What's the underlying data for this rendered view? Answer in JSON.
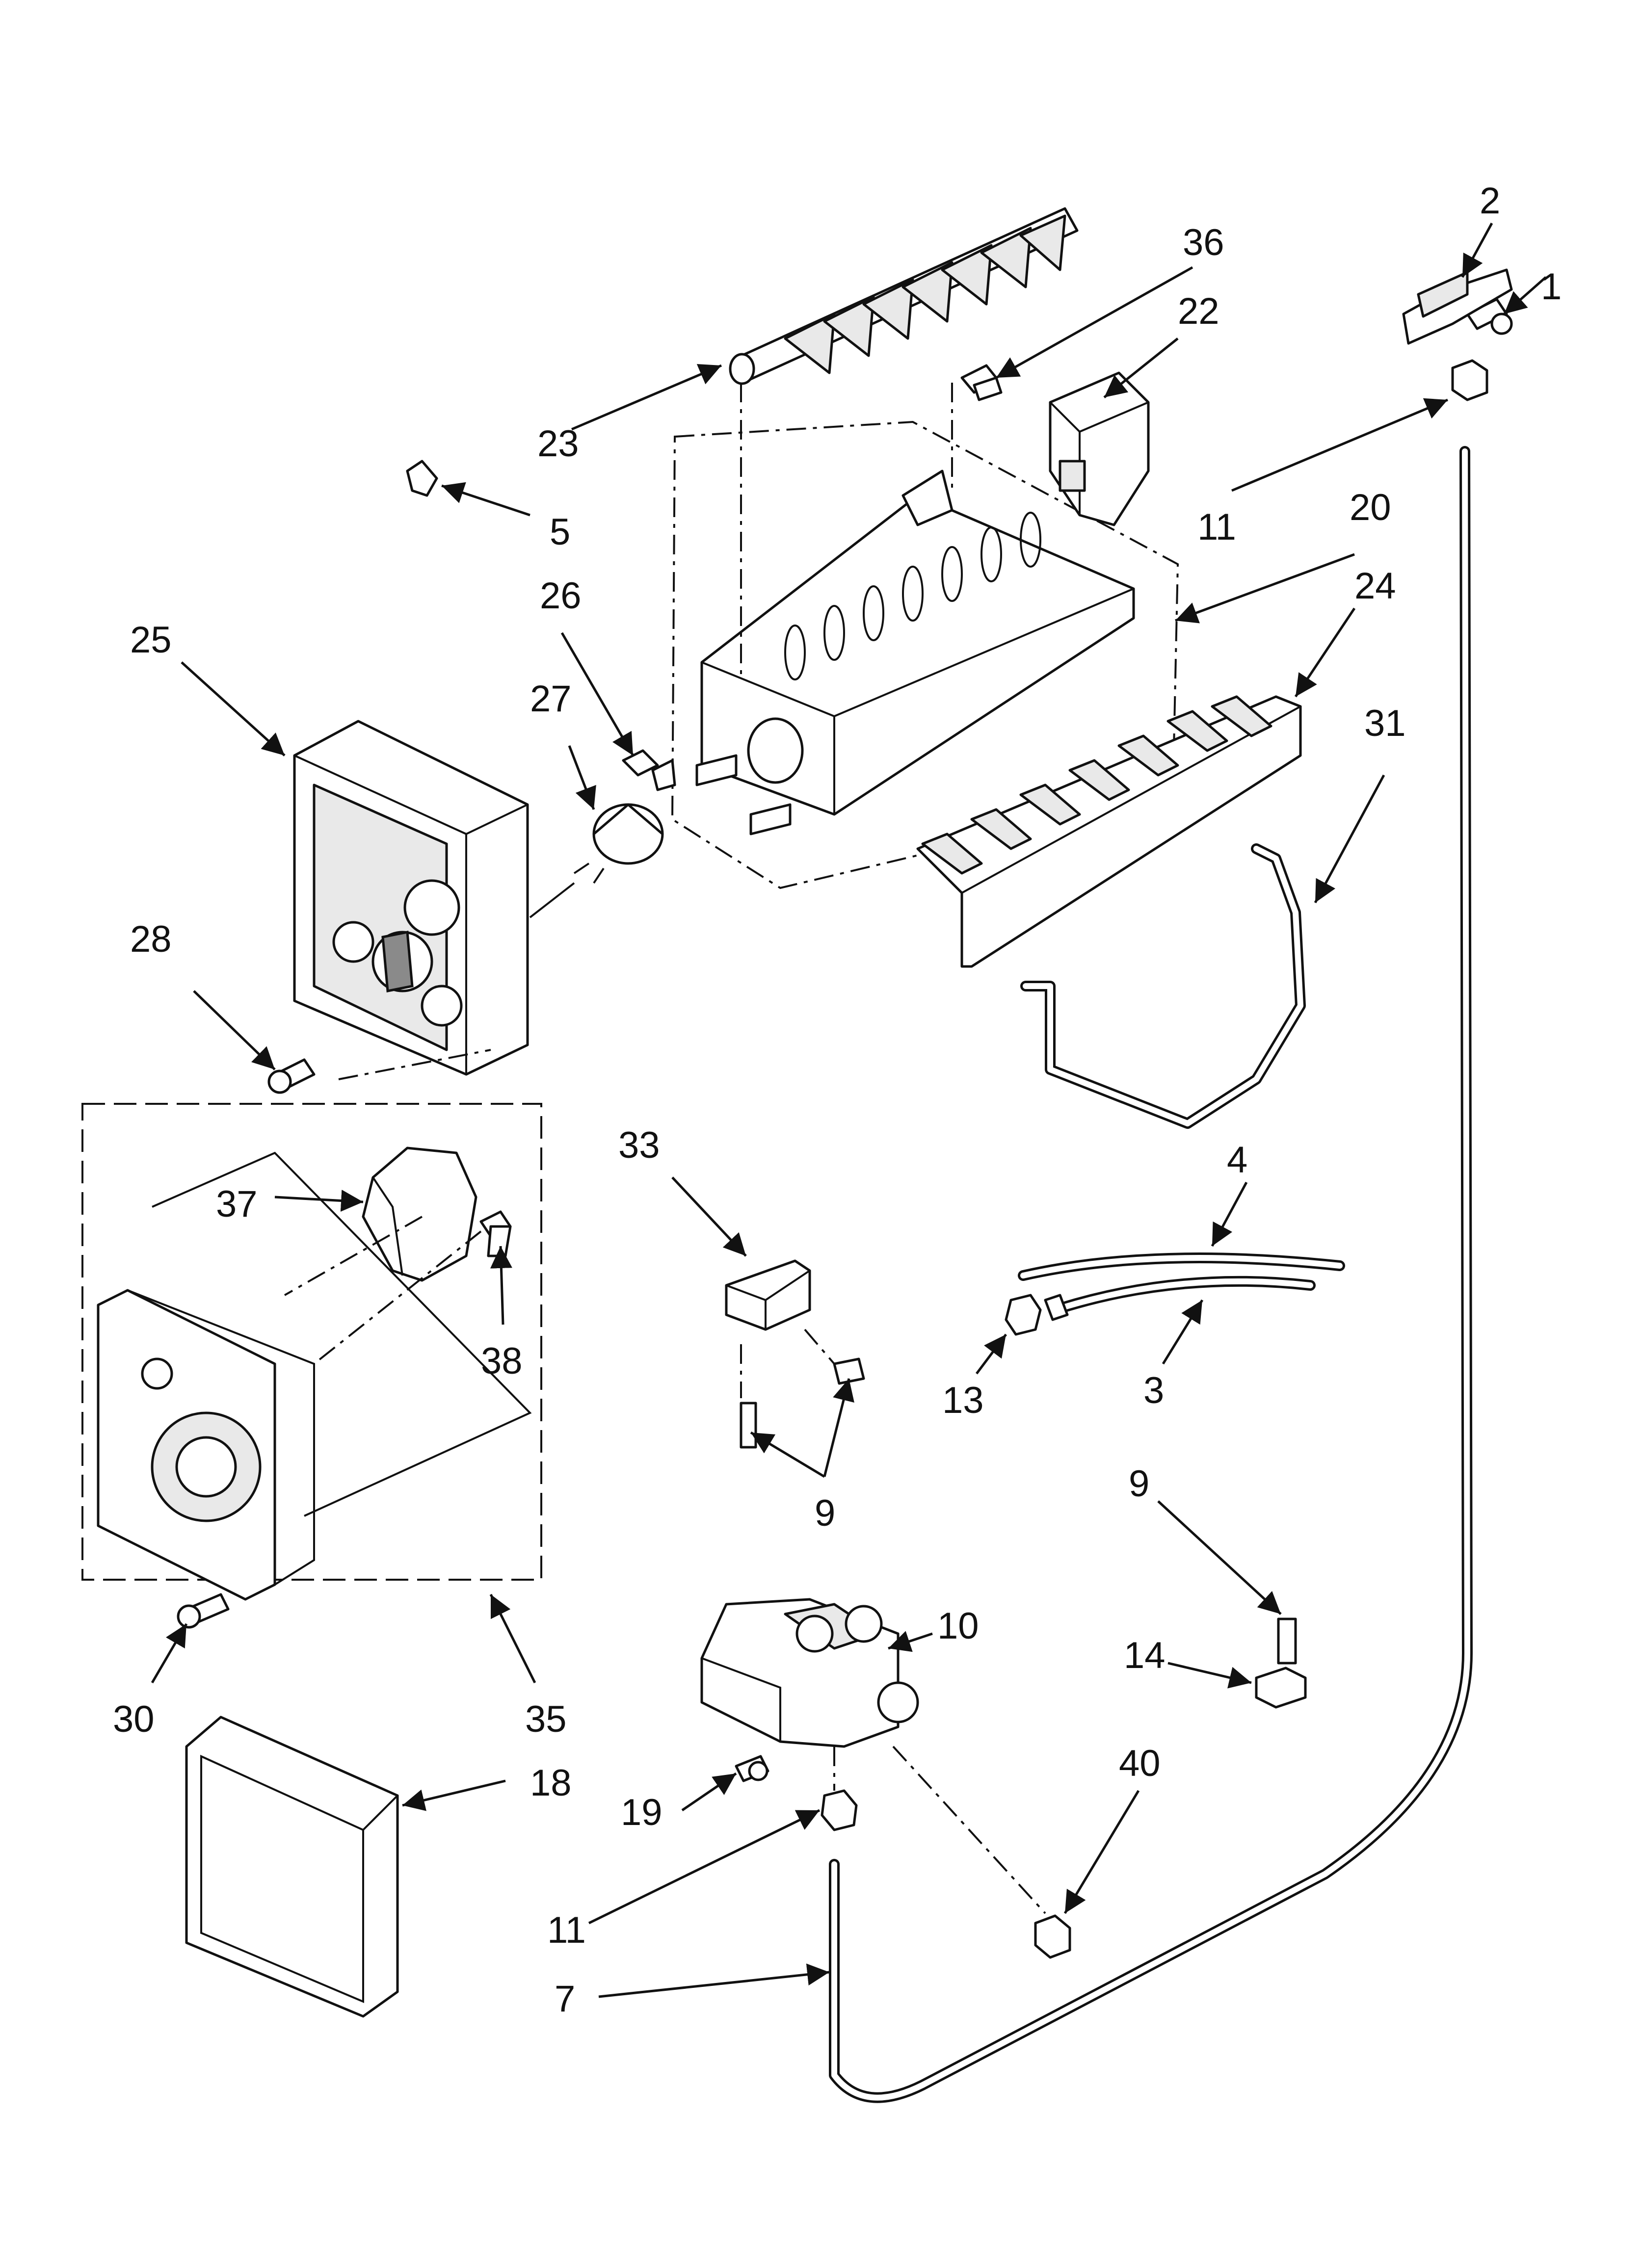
{
  "callouts": [
    {
      "id": "c1",
      "text": "1"
    },
    {
      "id": "c2",
      "text": "2"
    },
    {
      "id": "c36",
      "text": "36"
    },
    {
      "id": "c22",
      "text": "22"
    },
    {
      "id": "c23",
      "text": "23"
    },
    {
      "id": "c5",
      "text": "5"
    },
    {
      "id": "c11a",
      "text": "11"
    },
    {
      "id": "c20",
      "text": "20"
    },
    {
      "id": "c26",
      "text": "26"
    },
    {
      "id": "c25",
      "text": "25"
    },
    {
      "id": "c24",
      "text": "24"
    },
    {
      "id": "c27",
      "text": "27"
    },
    {
      "id": "c31",
      "text": "31"
    },
    {
      "id": "c28",
      "text": "28"
    },
    {
      "id": "c33",
      "text": "33"
    },
    {
      "id": "c37",
      "text": "37"
    },
    {
      "id": "c4",
      "text": "4"
    },
    {
      "id": "c38",
      "text": "38"
    },
    {
      "id": "c13",
      "text": "13"
    },
    {
      "id": "c3",
      "text": "3"
    },
    {
      "id": "c9a",
      "text": "9"
    },
    {
      "id": "c9b",
      "text": "9"
    },
    {
      "id": "c10",
      "text": "10"
    },
    {
      "id": "c14",
      "text": "14"
    },
    {
      "id": "c30",
      "text": "30"
    },
    {
      "id": "c35",
      "text": "35"
    },
    {
      "id": "c40",
      "text": "40"
    },
    {
      "id": "c18",
      "text": "18"
    },
    {
      "id": "c19",
      "text": "19"
    },
    {
      "id": "c11b",
      "text": "11"
    },
    {
      "id": "c7",
      "text": "7"
    }
  ]
}
